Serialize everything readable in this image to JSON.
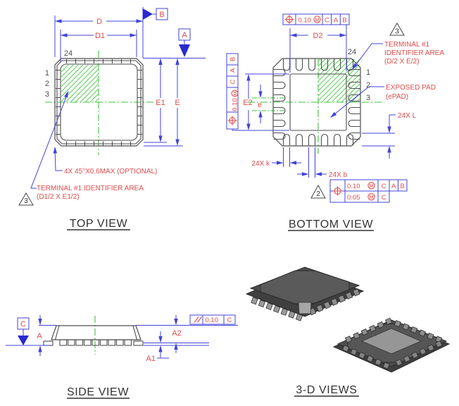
{
  "colors": {
    "dimension_blue": "#4343d8",
    "label_red": "#e14b4b",
    "centerline_green": "#3fc43f",
    "outline_gray": "#4e4e4e"
  },
  "top_view": {
    "title": "TOP VIEW",
    "dim_d": "D",
    "dim_d1": "D1",
    "dim_e": "E",
    "dim_e1": "E1",
    "datum_a": "A",
    "datum_b": "B",
    "pin_24": "24",
    "pin_1": "1",
    "pin_2": "2",
    "pin_3": "3",
    "note_chamfer": "4X 45°X0.6MAX (OPTIONAL)",
    "note_terminal_line1": "TERMINAL #1 IDENTIFIER AREA",
    "note_terminal_line2": "(D1/2 X E1/2)",
    "flag_3": "3"
  },
  "bottom_view": {
    "title": "BOTTOM VIEW",
    "dim_d2": "D2",
    "dim_e2": "E2",
    "dim_pitch": "e",
    "dim_l": "24X L",
    "dim_k": "24X k",
    "dim_b": "24X b",
    "pin_24": "24",
    "pin_1": "1",
    "pin_2": "2",
    "pin_3": "3",
    "note_terminal_line1": "TERMINAL #1",
    "note_terminal_line2": "IDENTIFIER AREA",
    "note_terminal_line3": "(D/2 X E/2)",
    "note_epad_line1": "EXPOSED PAD",
    "note_epad_line2": "(ePAD)",
    "flag_3": "3",
    "flag_2": "2",
    "fcf_top": {
      "tol": "0.10",
      "mod": "M",
      "ref1": "C",
      "ref2": "A",
      "ref3": "B"
    },
    "fcf_left": {
      "tol": "0.10",
      "mod": "M",
      "ref1": "C",
      "ref2": "A",
      "ref3": "B"
    },
    "fcf_bottom": {
      "row1_tol": "0.10",
      "row1_mod": "M",
      "row1_ref1": "C",
      "row1_ref2": "A",
      "row1_ref3": "B",
      "row2_tol": "0.05",
      "row2_mod": "M",
      "row2_ref1": "C"
    }
  },
  "side_view": {
    "title": "SIDE VIEW",
    "datum_c": "C",
    "dim_a": "A",
    "dim_a1": "A1",
    "dim_a2": "A2",
    "fcf_parallelism": {
      "tol": "0.10",
      "ref": "C"
    }
  },
  "three_d": {
    "title": "3-D VIEWS"
  }
}
